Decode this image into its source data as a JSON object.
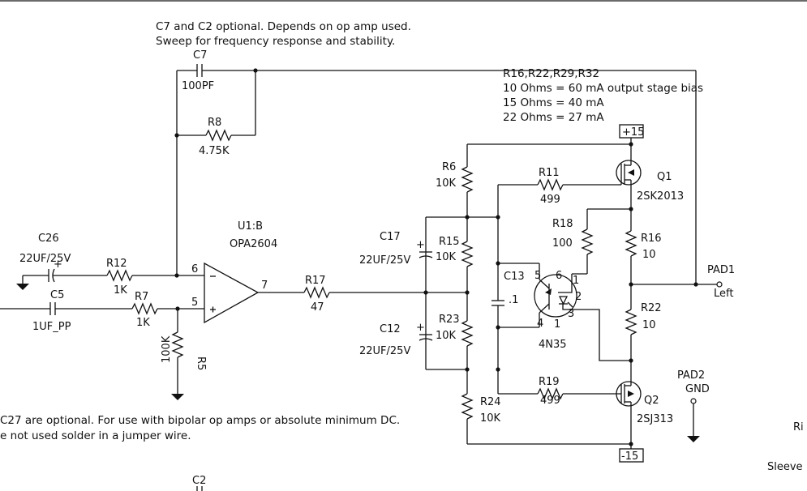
{
  "notes": {
    "top_line1": "C7 and C2 optional. Depends on op amp used.",
    "top_line2": "Sweep for frequency response and stability.",
    "bias_refs": "R16,R22,R29,R32",
    "bias_line1": "10 Ohms = 60 mA output stage bias",
    "bias_line2": "15 Ohms = 40 mA",
    "bias_line3": "22 Ohms = 27 mA",
    "bottom_line1": "C27 are optional. For use with bipolar op amps or absolute minimum DC.",
    "bottom_line2": "e not used solder in a jumper wire."
  },
  "components": {
    "C7": {
      "ref": "C7",
      "value": "100PF"
    },
    "R8": {
      "ref": "R8",
      "value": "4.75K"
    },
    "C26": {
      "ref": "C26",
      "value": "22UF/25V"
    },
    "R12": {
      "ref": "R12",
      "value": "1K"
    },
    "C5": {
      "ref": "C5",
      "value": "1UF_PP"
    },
    "R7": {
      "ref": "R7",
      "value": "1K"
    },
    "R5": {
      "ref": "R5",
      "value": "100K"
    },
    "U1": {
      "ref": "U1:B",
      "value": "OPA2604",
      "pin_inv": "6",
      "pin_noninv": "5",
      "pin_out": "7"
    },
    "R17": {
      "ref": "R17",
      "value": "47"
    },
    "C17": {
      "ref": "C17",
      "value": "22UF/25V"
    },
    "C12": {
      "ref": "C12",
      "value": "22UF/25V"
    },
    "R6": {
      "ref": "R6",
      "value": "10K"
    },
    "R15": {
      "ref": "R15",
      "value": "10K"
    },
    "R23": {
      "ref": "R23",
      "value": "10K"
    },
    "R24": {
      "ref": "R24",
      "value": "10K"
    },
    "C13": {
      "ref": "C13",
      "value": ".1"
    },
    "U2": {
      "ref": "4N35",
      "pins": [
        "5",
        "6",
        "1",
        "2",
        "4",
        "1",
        "3"
      ]
    },
    "R11": {
      "ref": "R11",
      "value": "499"
    },
    "R19": {
      "ref": "R19",
      "value": "499"
    },
    "R18": {
      "ref": "R18",
      "value": "100"
    },
    "Q1": {
      "ref": "Q1",
      "value": "2SK2013"
    },
    "Q2": {
      "ref": "Q2",
      "value": "2SJ313"
    },
    "R16": {
      "ref": "R16",
      "value": "10"
    },
    "R22": {
      "ref": "R22",
      "value": "10"
    },
    "PAD1": {
      "ref": "PAD1",
      "value": "Left"
    },
    "PAD2": {
      "ref": "PAD2",
      "value": "GND"
    },
    "C2": {
      "ref": "C2"
    }
  },
  "rails": {
    "pos": "+15",
    "neg": "-15"
  },
  "edge_labels": {
    "right_top": "Ri",
    "right_bottom": "Sleeve"
  }
}
